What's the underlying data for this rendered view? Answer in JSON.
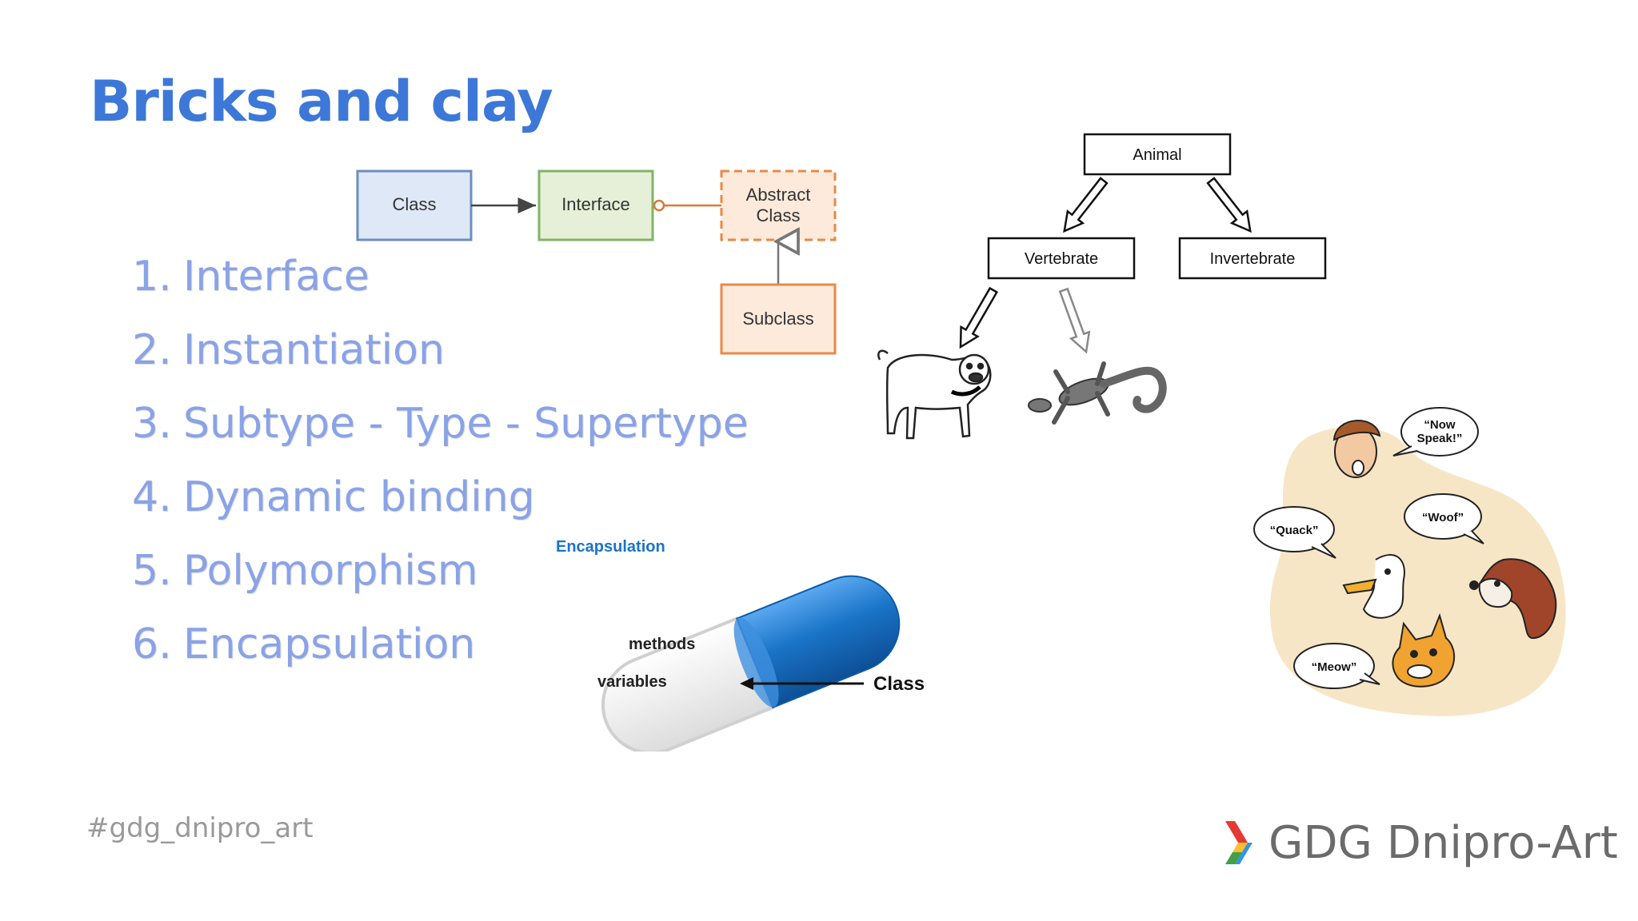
{
  "slide": {
    "title": "Bricks and clay",
    "list": [
      {
        "num": "1.",
        "text": "Interface"
      },
      {
        "num": "2.",
        "text": "Instantiation"
      },
      {
        "num": "3.",
        "text": "Subtype - Type - Supertype"
      },
      {
        "num": "4.",
        "text": "Dynamic binding"
      },
      {
        "num": "5.",
        "text": "Polymorphism"
      },
      {
        "num": "6.",
        "text": "Encapsulation"
      }
    ],
    "hashtag": "#gdg_dnipro_art",
    "logo_text": "GDG Dnipro-Art"
  },
  "uml": {
    "class": "Class",
    "interface": "Interface",
    "abstract_line1": "Abstract",
    "abstract_line2": "Class",
    "subclass": "Subclass"
  },
  "hierarchy": {
    "root": "Animal",
    "left": "Vertebrate",
    "right": "Invertebrate"
  },
  "capsule": {
    "caption": "Encapsulation",
    "methods": "methods",
    "variables": "variables",
    "arrow_label": "Class"
  },
  "cartoon": {
    "speak": "“Now Speak!”",
    "speak_line1": "“Now",
    "speak_line2": "Speak!”",
    "woof": "“Woof”",
    "quack": "“Quack”",
    "meow": "“Meow”"
  },
  "colors": {
    "title": "#3d78d8",
    "list": "#8aa3e6",
    "class_fill": "#dfe8f6",
    "class_stroke": "#6c8ebf",
    "interface_fill": "#e6f0d8",
    "interface_stroke": "#82b366",
    "orange_fill": "#fdeadb",
    "orange_stroke": "#e8894a",
    "capsule_blue": "#1a74c8"
  }
}
